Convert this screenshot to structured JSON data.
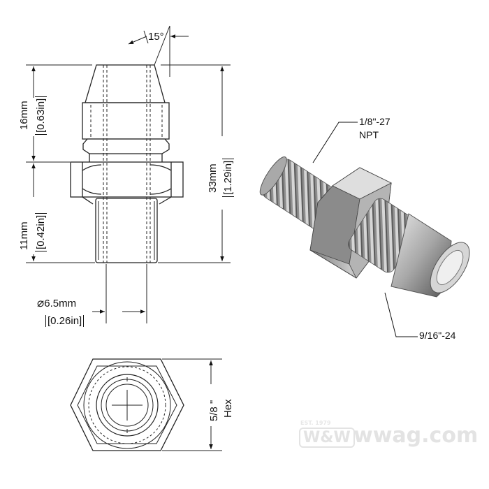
{
  "side_view": {
    "angle_label": "15°",
    "height_16": "16mm",
    "height_16_in": "[0.63in]",
    "height_11": "11mm",
    "height_11_in": "[0.42in]",
    "height_total": "33mm",
    "height_total_in": "[1.29in]",
    "diameter_symbol": "⌀",
    "diameter_value": "6.5mm",
    "diameter_in": "[0.26in]"
  },
  "top_view": {
    "hex_size": "5/8 \"",
    "hex_word": "Hex"
  },
  "iso_view": {
    "thread_top_1": "1/8\"-27",
    "thread_top_2": "NPT",
    "thread_bottom": "9/16\"-24"
  },
  "watermark": {
    "logo": "W&W",
    "est": "EST. 1979",
    "url": "wwag.com"
  }
}
